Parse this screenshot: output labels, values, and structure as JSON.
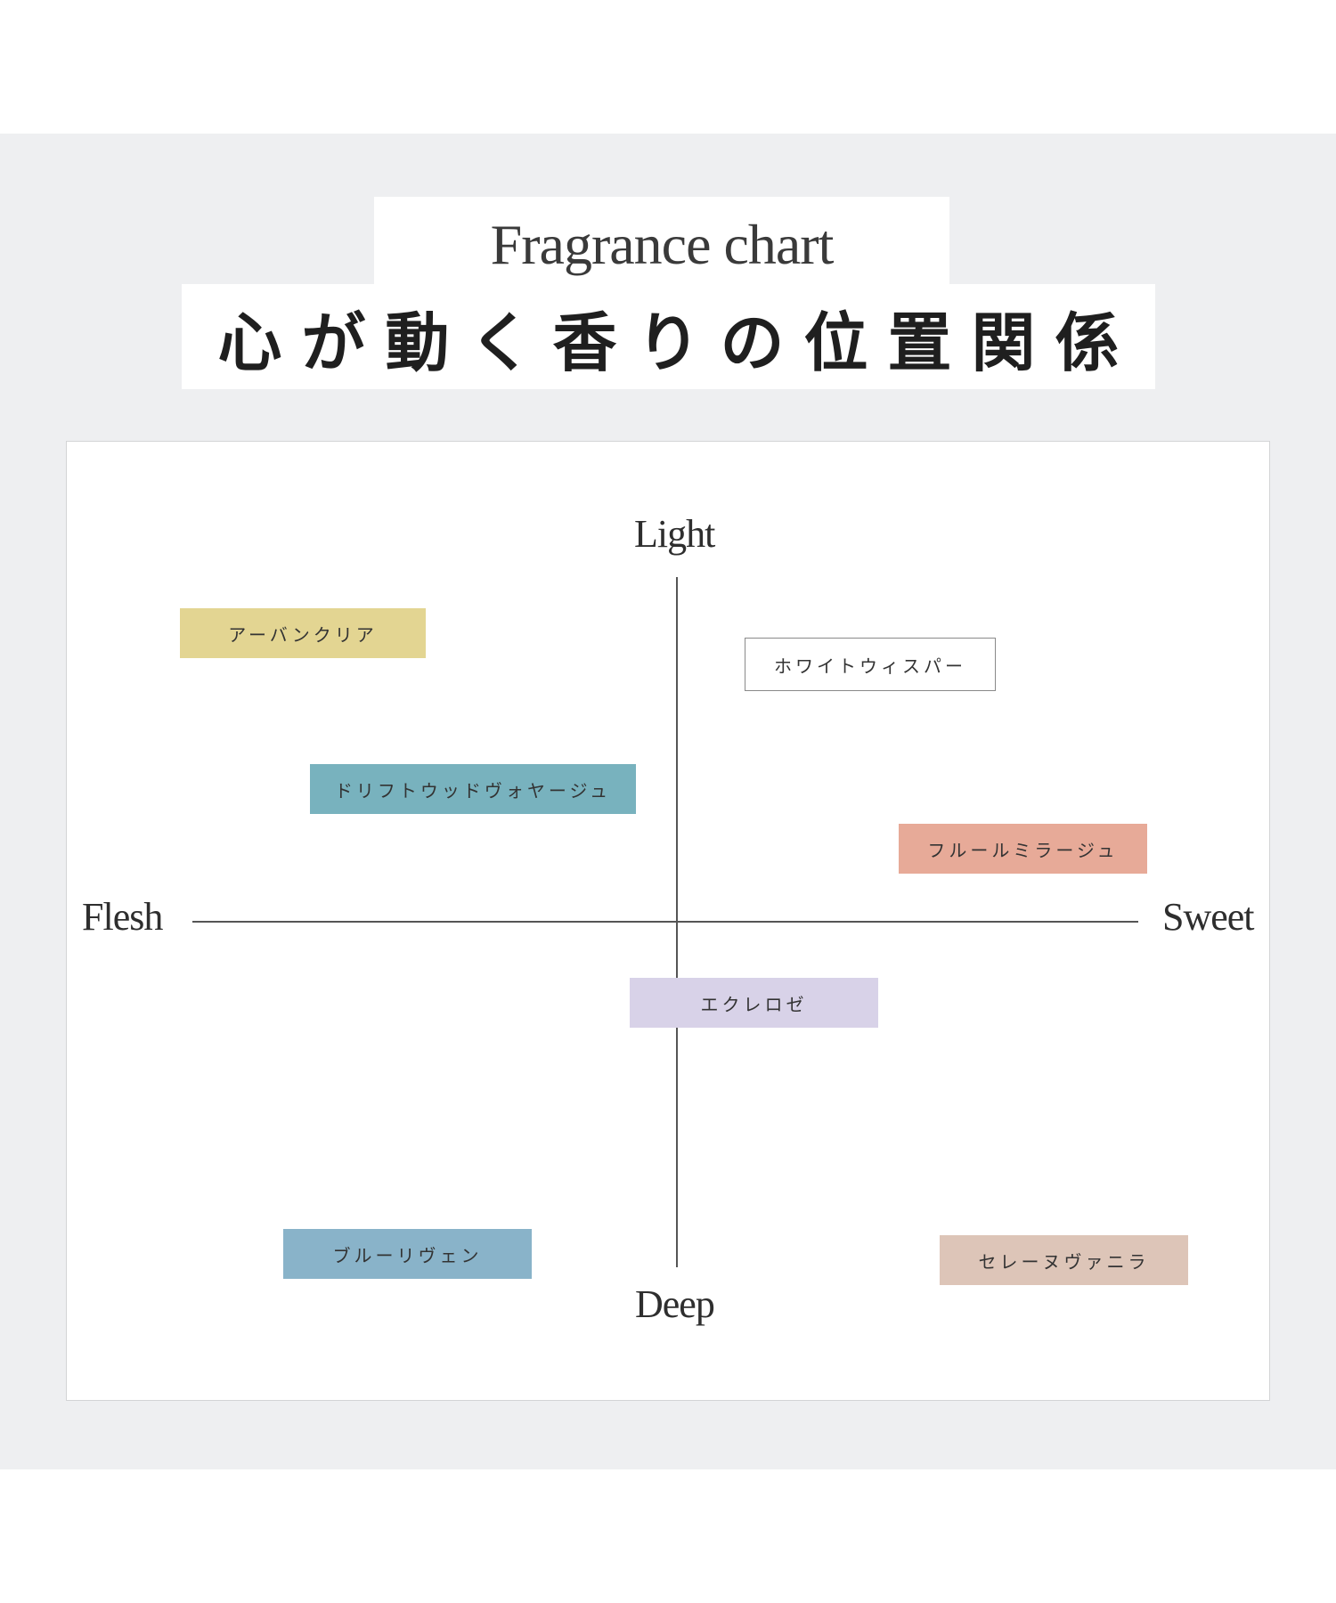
{
  "header": {
    "title_en": "Fragrance chart",
    "title_jp": "心が動く香りの位置関係"
  },
  "axes": {
    "top": "Light",
    "bottom": "Deep",
    "left": "Flesh",
    "right": "Sweet"
  },
  "fragrances": [
    {
      "name": "アーバンクリア",
      "color": "#e3d592"
    },
    {
      "name": "ホワイトウィスパー",
      "color": "#ffffff"
    },
    {
      "name": "ドリフトウッドヴォヤージュ",
      "color": "#78b2be"
    },
    {
      "name": "フルールミラージュ",
      "color": "#e7aa98"
    },
    {
      "name": "エクレロゼ",
      "color": "#d8d2e8"
    },
    {
      "name": "ブルーリヴェン",
      "color": "#89b3c9"
    },
    {
      "name": "セレーヌヴァニラ",
      "color": "#ddc5b8"
    }
  ]
}
